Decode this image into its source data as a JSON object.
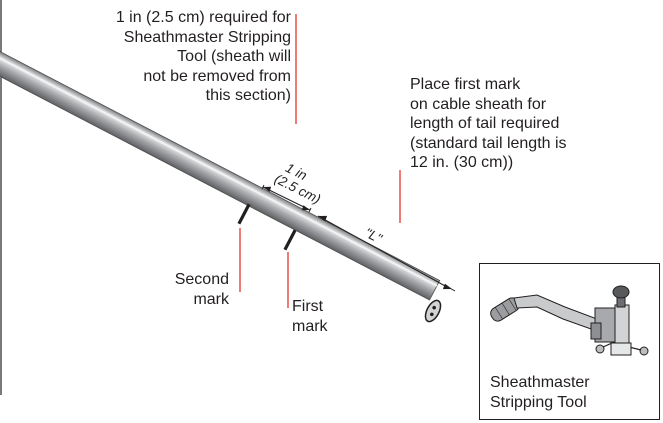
{
  "labels": {
    "top_note": [
      "1 in (2.5 cm) required for",
      "Sheathmaster Stripping",
      "Tool (sheath will",
      "not be removed from",
      "this section)"
    ],
    "first_mark_note": [
      "Place first mark",
      "on cable sheath for",
      "length of tail required",
      "(standard tail length is",
      "12 in. (30 cm))"
    ],
    "dim_one_inch": [
      "1 in",
      "(2.5 cm)"
    ],
    "dim_L": "\"L\"",
    "second_mark": [
      "Second",
      "mark"
    ],
    "first_mark": [
      "First",
      "mark"
    ],
    "inset_caption": [
      "Sheathmaster",
      "Stripping Tool"
    ]
  },
  "colors": {
    "callout_line": "#e2231a",
    "ink": "#231f20",
    "cable_mid": "#a7a9ac",
    "cable_light": "#e6e7e8",
    "cable_dark": "#6d6e71"
  }
}
